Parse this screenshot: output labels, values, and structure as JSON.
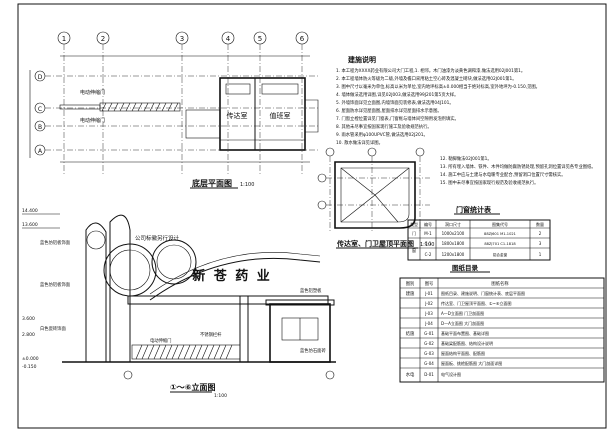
{
  "plan": {
    "grid_top": [
      "1",
      "2",
      "3",
      "4",
      "5",
      "6"
    ],
    "grid_left": [
      "D",
      "C",
      "B",
      "A"
    ],
    "room_guard": "传达室",
    "room_duty": "值班室",
    "gate_note_1": "电动伸缩门",
    "gate_note_2": "电动伸缩门",
    "title": "底层平面图",
    "scale": "1:100"
  },
  "design_notes": {
    "title": "建施说明",
    "lines": [
      "1. 本工程为XXXX药业有限公司大门工程,1. 相邻。木门油漆为淡黄色调和漆,做法选用02J001第1。",
      "2. 本工程墙体防火等级为二级,外墙及檐口采用粘土空心砖及混凝土砌块,做法选用02J001第1。",
      "3. 图中尺寸以毫米为单位,标高以米为单位,室内地坪标高±0.000相当于绝对标高,室外地坪为-0.150,见图。",
      "4. 墙体做法选用详图,详见02J003,做法选用99J201第5页大样。",
      "5. 外墙饰面详见立面图,内墙饰面见装修表,做法选用04J101。",
      "6. 屋面防水详见屋面图,屋面排水详见屋面排水示意图。",
      "7. 门窗立樘位置详见门窗表,门窗框与墙体间空隙用发泡剂填实。",
      "8. 其他未尽事宜按国家现行施工及验收规范执行。",
      "9. 雨水管采用φ100UPVC管,做法选用02J201。",
      "10. 散水做法详见详图。"
    ],
    "extra": [
      "12. 勒脚做法02J001第1。",
      "13. 所有埋入墙体、铁件、木件均做防腐防锈处理,预留孔洞位置详见各专业图纸。",
      "14. 施工中应与土建与水电暖专业配合,预留洞口位置尺寸需核实。",
      "15. 图中未尽事宜按国家现行规范及验收规范执行。"
    ]
  },
  "roof_plan": {
    "title": "传达室、门卫屋顶平面图",
    "scale": "1:100"
  },
  "elevation": {
    "sign_text": "新 苍 药 业",
    "company_label": "公司标徽另行设计",
    "title": "①～⑥立面图",
    "scale": "1:100",
    "levels": [
      "14.400",
      "13.600",
      "3.600",
      "2.800",
      "±0.000",
      "-0.150"
    ],
    "notes": [
      "蓝色仿铝板饰面",
      "蓝色仿铝板饰面",
      "白色瓷砖饰面",
      "不锈钢栏杆",
      "电动伸缩门",
      "蓝色铝塑板",
      "蓝色仿石面砖"
    ]
  },
  "door_table": {
    "title": "门窗统计表",
    "headers": [
      "类型",
      "编号",
      "洞口尺寸",
      "图集代号",
      "数量"
    ],
    "rows": [
      [
        "门",
        "M-1",
        "1000x2100",
        "88ZJ601 M1-1021",
        "2"
      ],
      [
        "",
        "C-1",
        "1800x1800",
        "88ZJ701 C1-1818",
        "3"
      ],
      [
        "",
        "C-2",
        "1200x1800",
        "",
        "1"
      ]
    ],
    "type_label": "窗",
    "unit_label": "门窗",
    "remark": "铝合金窗"
  },
  "drawing_index": {
    "title": "图纸目录",
    "headers": [
      "图别",
      "图号",
      "图纸名称"
    ],
    "rows": [
      [
        "建施",
        "J-01",
        "图纸目录、建施说明、门窗统计表、底层平面图"
      ],
      [
        "",
        "J-02",
        "传达室、门卫屋顶平面图、①~⑥立面图"
      ],
      [
        "",
        "J-03",
        "A—D立面图 门卫剖面图"
      ],
      [
        "",
        "J-04",
        "D—A立面图 大门剖面图"
      ],
      [
        "结施",
        "G-01",
        "基础平面布置图、基础详图"
      ],
      [
        "",
        "G-02",
        "基础梁配筋图、结构设计说明"
      ],
      [
        "",
        "G-03",
        "屋面结构平面图、配筋图"
      ],
      [
        "",
        "G-04",
        "屋面板、挑檐配筋图 大门剖面详图"
      ],
      [
        "水电",
        "D-01",
        "电气设计图"
      ]
    ]
  }
}
